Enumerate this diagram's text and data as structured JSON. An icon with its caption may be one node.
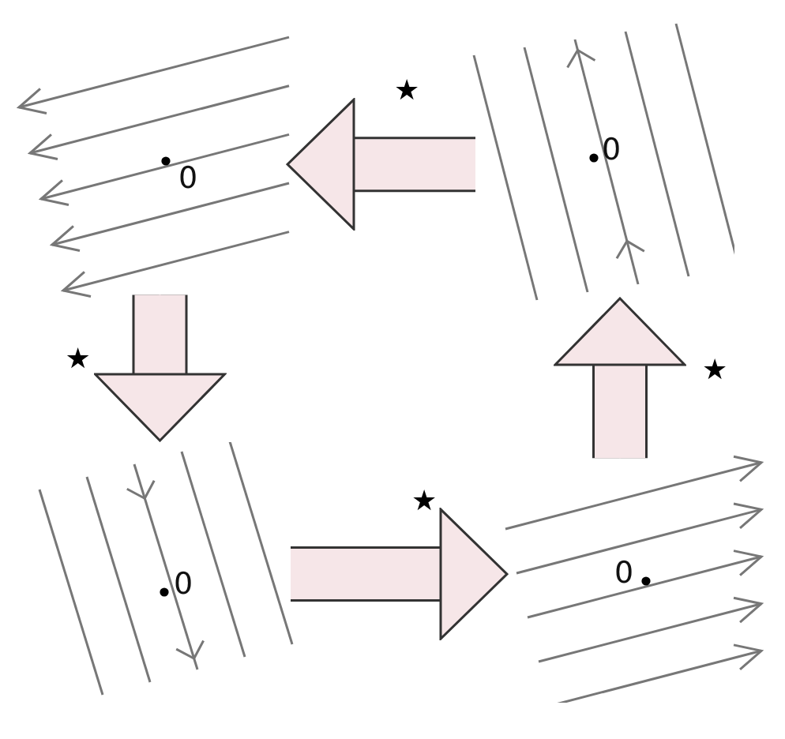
{
  "diagram": {
    "nodes": [
      {
        "text": [
          "0"
        ]
      },
      {
        "text": [
          "0"
        ]
      },
      {
        "text": [
          "0"
        ]
      },
      {
        "text": [
          "0"
        ]
      }
    ],
    "edges": [
      {
        "from": 1,
        "to": 0,
        "arrow": "to",
        "label": "★"
      },
      {
        "from": 0,
        "to": 2,
        "arrow": "to",
        "label": "★"
      },
      {
        "from": 2,
        "to": 3,
        "arrow": "to",
        "label": "★"
      },
      {
        "from": 3,
        "to": 1,
        "arrow": "to",
        "label": "★"
      }
    ]
  }
}
